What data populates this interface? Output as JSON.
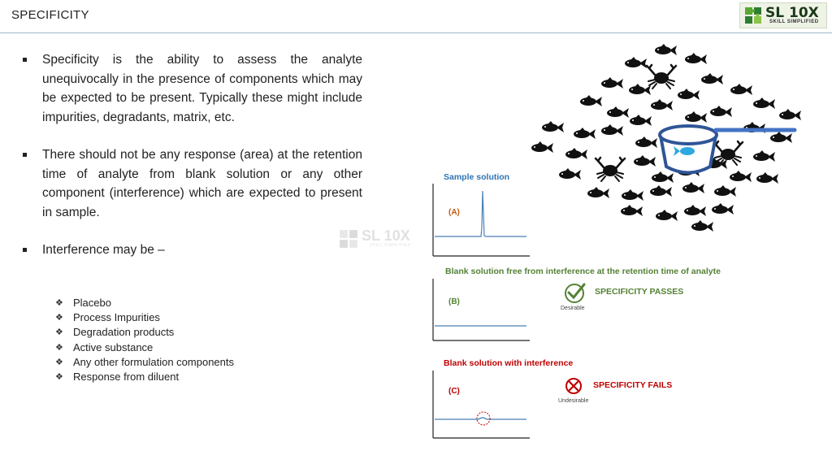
{
  "header": {
    "title": "SPECIFICITY"
  },
  "logo": {
    "text": "SL 10X",
    "subtitle": "SKILL SIMPLIFIED"
  },
  "bullets": [
    "Specificity is the ability to assess the analyte unequivocally in the presence of components which may be expected to be present. Typically these might include impurities, degradants, matrix, etc.",
    "There should not be any response (area) at the retention time of analyte from blank solution or any other component (interference) which are expected to present in sample.",
    "Interference may be –"
  ],
  "interferences": [
    "Placebo",
    "Process Impurities",
    "Degradation products",
    "Active substance",
    "Any other formulation components",
    "Response from diluent"
  ],
  "chromatograms": {
    "a": {
      "title": "Sample solution",
      "tag": "(A)"
    },
    "b": {
      "title": "Blank solution free from interference at the retention time of analyte",
      "tag": "(B)",
      "status": "SPECIFICITY PASSES",
      "note": "Desirable"
    },
    "c": {
      "title": "Blank solution with interference",
      "tag": "(C)",
      "status": "SPECIFICITY FAILS",
      "note": "Undesirable"
    }
  },
  "colors": {
    "blue_title": "#2e74b5",
    "green": "#548235",
    "red": "#c00000",
    "trace": "#4a7fb5",
    "net": "#2f5597"
  }
}
